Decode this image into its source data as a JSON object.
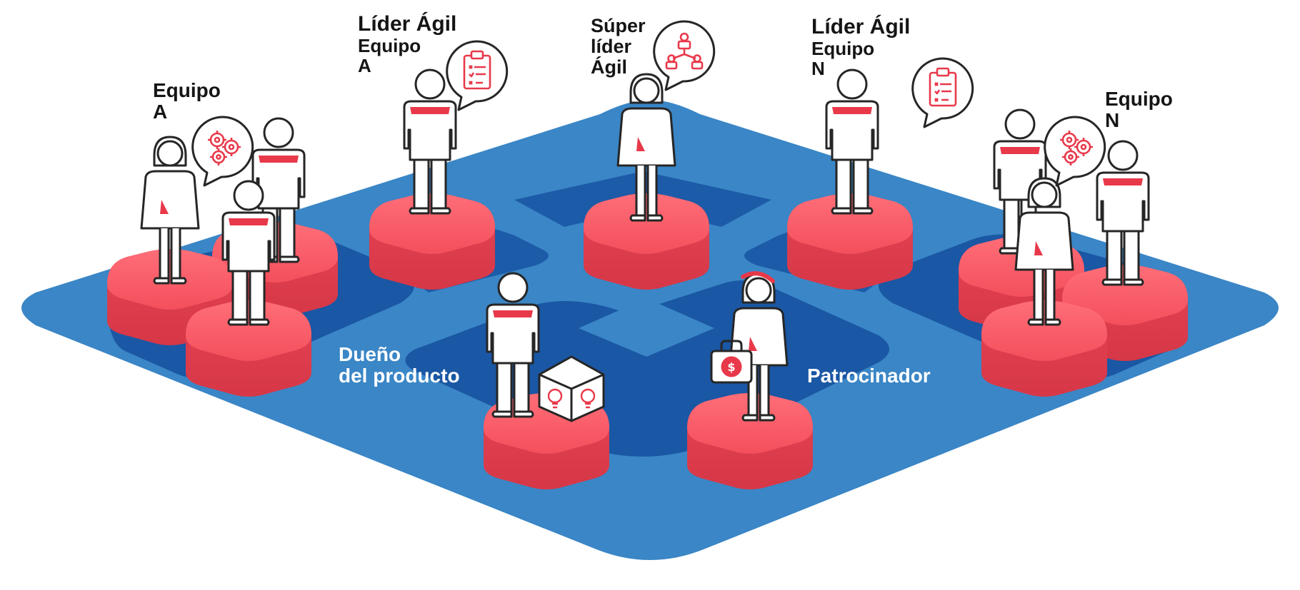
{
  "labels": {
    "team_a": [
      "Equipo",
      "A"
    ],
    "agile_lead_a": [
      "Líder Ágil",
      "Equipo",
      "A"
    ],
    "super_lead": [
      "Súper",
      "líder",
      "Ágil"
    ],
    "agile_lead_n": [
      "Líder Ágil",
      "Equipo",
      "N"
    ],
    "team_n": [
      "Equipo",
      "N"
    ],
    "product_owner": [
      "Dueño",
      "del producto"
    ],
    "sponsor": [
      "Patrocinador"
    ]
  },
  "icons": {
    "team_a_bubble": "gears-icon",
    "agile_lead_a_bubble": "clipboard-checklist-icon",
    "super_lead_bubble": "org-chart-icon",
    "agile_lead_n_bubble": "clipboard-checklist-icon",
    "team_n_bubble": "gears-icon",
    "product_owner_prop": "idea-cube-icon",
    "sponsor_prop": "money-briefcase-icon"
  },
  "colors": {
    "platform_light": "#3a86c6",
    "platform_dark": "#1a57a4",
    "pedestal_top": "#f65b67",
    "pedestal_side": "#e13d4c",
    "accent_red": "#e8394a",
    "outline": "#2a2a2a"
  }
}
